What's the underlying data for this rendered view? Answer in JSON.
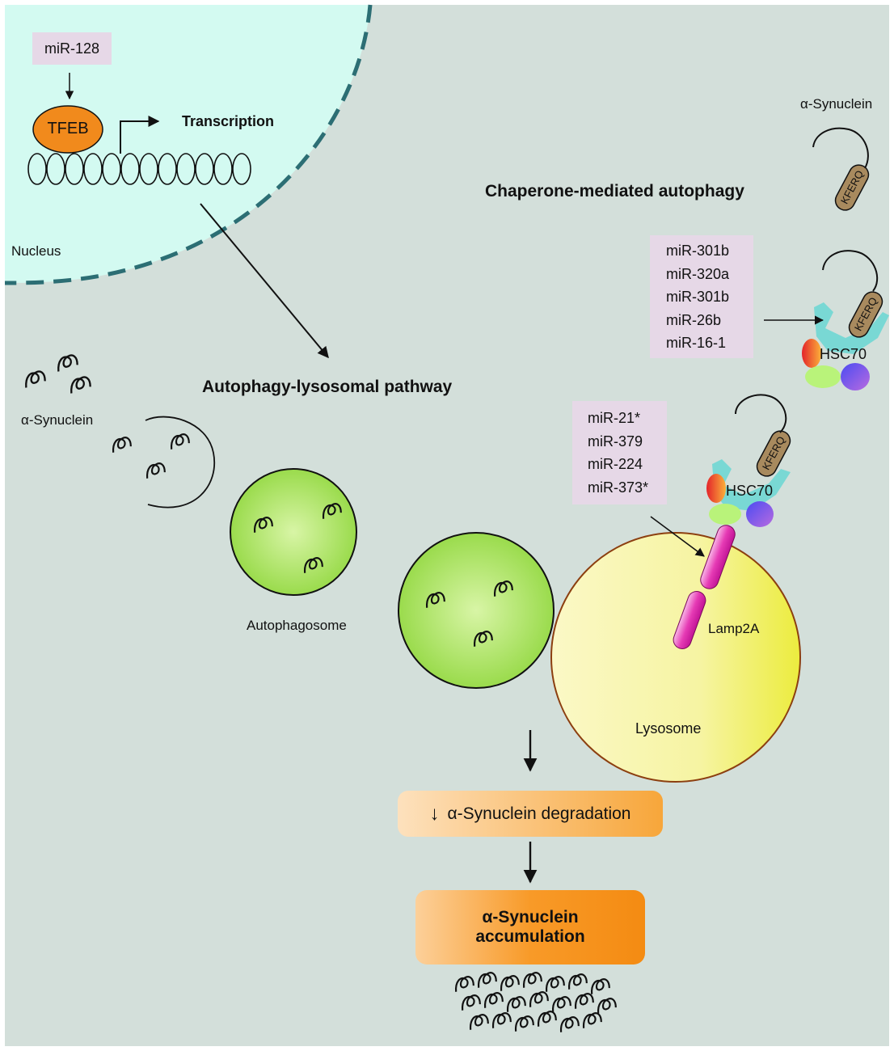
{
  "colors": {
    "background": "#d3dfda",
    "nucleus_fill": "#d3faf1",
    "nucleus_border": "#2c6e74",
    "tfeb": "#f18a1c",
    "mirna_box": "#e6d8e7",
    "vesicle": "#a6e05a",
    "lysosome": "#f6f5a0",
    "lamp2a": "#e63bb5",
    "kferq": "#a88a5e",
    "hsc70_cyan": "#6fd7d3",
    "orange_box": "#f7a030"
  },
  "nucleus": {
    "label": "Nucleus",
    "mirna": "miR-128",
    "tfeb": "TFEB",
    "transcription": "Transcription"
  },
  "pathways": {
    "autophagy_lysosomal": "Autophagy-lysosomal pathway",
    "cma": "Chaperone-mediated autophagy"
  },
  "cytoplasm_synuclein": "α-Synuclein",
  "cma_synuclein": "α-Synuclein",
  "autophagosome_label": "Autophagosome",
  "lysosome_label": "Lysosome",
  "lamp2a_label": "Lamp2A",
  "hsc70_top": "HSC70",
  "hsc70_bottom": "HSC70",
  "kferq_label": "KFERQ",
  "mirnas_hsc70": [
    "miR-301b",
    "miR-320a",
    "miR-301b",
    "miR-26b",
    "miR-16-1"
  ],
  "mirnas_lamp2a": [
    "miR-21*",
    "miR-379",
    "miR-224",
    "miR-373*"
  ],
  "outcomes": {
    "degradation": "α-Synuclein degradation",
    "accumulation_line1": "α-Synuclein",
    "accumulation_line2": "accumulation"
  },
  "icons": {
    "down_arrow": "↓"
  }
}
